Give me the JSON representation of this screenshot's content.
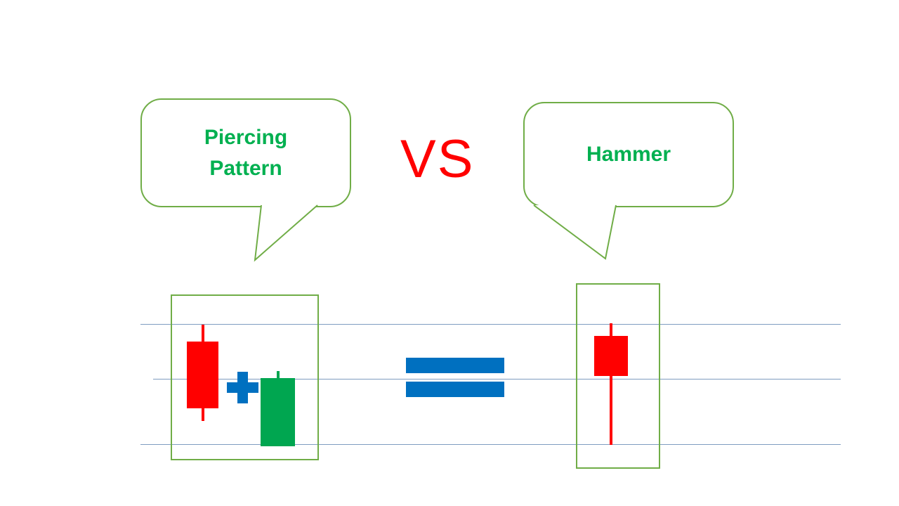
{
  "bubbles": {
    "left": {
      "label": "Piercing Pattern"
    },
    "right": {
      "label": "Hammer"
    }
  },
  "vs_label": "VS",
  "patterns": {
    "left": {
      "name": "Piercing Pattern",
      "candles": [
        {
          "type": "bearish",
          "color": "#FF0000",
          "description": "red down candle with upper and lower wick"
        },
        {
          "type": "bullish",
          "color": "#00A650",
          "description": "green up candle closing above midpoint of prior red candle"
        }
      ],
      "operator": "plus"
    },
    "right": {
      "name": "Hammer",
      "candles": [
        {
          "type": "hammer",
          "color": "#FF0000",
          "description": "red candle with small body and long lower shadow"
        }
      ]
    },
    "relation": "equals"
  },
  "colors": {
    "label_green": "#00B050",
    "vs_red": "#FF0000",
    "candle_red": "#FF0000",
    "candle_green": "#00A650",
    "operator_blue": "#0070C0",
    "box_border_green": "#70AD47",
    "level_line_blue": "#7E9CC0",
    "background": "#FFFFFF"
  }
}
